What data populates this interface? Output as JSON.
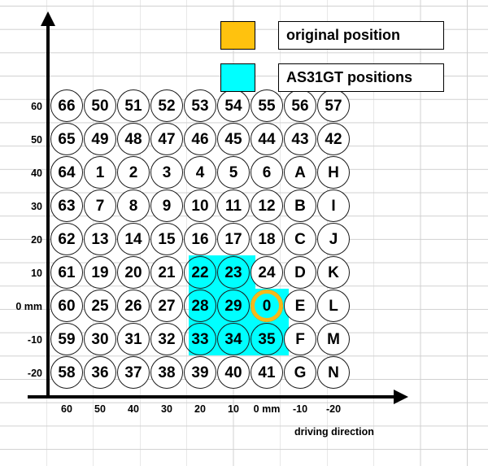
{
  "colors": {
    "original_position": "#FFC20E",
    "as31gt_positions": "#00FFFF",
    "ring_marker": "#F5B91A",
    "axis": "#000000",
    "sheet_grid": "#D0D0D0"
  },
  "legend": {
    "items": [
      {
        "swatch_color": "#FFC20E",
        "label": "original  position"
      },
      {
        "swatch_color": "#00FFFF",
        "label": "AS31GT positions"
      }
    ]
  },
  "axes": {
    "y_unit_label": "0 mm",
    "x_unit_label": "0 mm",
    "y_ticks": [
      "60",
      "50",
      "40",
      "30",
      "20",
      "10",
      "0 mm",
      "-10",
      "-20"
    ],
    "x_ticks": [
      "60",
      "50",
      "40",
      "30",
      "20",
      "10",
      "0 mm",
      "-10",
      "-20"
    ],
    "x_axis_caption": "driving direction"
  },
  "grid": {
    "columns": [
      "60",
      "50",
      "40",
      "30",
      "20",
      "10",
      "0 mm",
      "-10",
      "-20"
    ],
    "rows": [
      "60",
      "50",
      "40",
      "30",
      "20",
      "10",
      "0 mm",
      "-10",
      "-20"
    ],
    "cells": [
      [
        "66",
        "50",
        "51",
        "52",
        "53",
        "54",
        "55",
        "56",
        "57"
      ],
      [
        "65",
        "49",
        "48",
        "47",
        "46",
        "45",
        "44",
        "43",
        "42"
      ],
      [
        "64",
        "1",
        "2",
        "3",
        "4",
        "5",
        "6",
        "A",
        "H"
      ],
      [
        "63",
        "7",
        "8",
        "9",
        "10",
        "11",
        "12",
        "B",
        "I"
      ],
      [
        "62",
        "13",
        "14",
        "15",
        "16",
        "17",
        "18",
        "C",
        "J"
      ],
      [
        "61",
        "19",
        "20",
        "21",
        "22",
        "23",
        "24",
        "D",
        "K"
      ],
      [
        "60",
        "25",
        "26",
        "27",
        "28",
        "29",
        "0",
        "E",
        "L"
      ],
      [
        "59",
        "30",
        "31",
        "32",
        "33",
        "34",
        "35",
        "F",
        "M"
      ],
      [
        "58",
        "36",
        "37",
        "38",
        "39",
        "40",
        "41",
        "G",
        "N"
      ]
    ],
    "highlighted_cyan": [
      "22",
      "23",
      "28",
      "29",
      "0",
      "33",
      "34",
      "35"
    ],
    "marked_original": "0"
  }
}
